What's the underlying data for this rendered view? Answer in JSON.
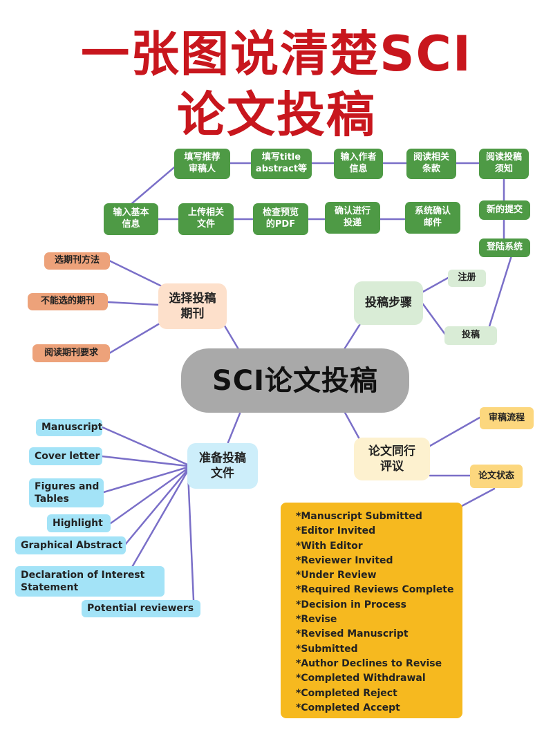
{
  "title": {
    "line1": "一张图说清楚SCI",
    "line2": "论文投稿"
  },
  "center": "SCI论文投稿",
  "process": {
    "row1": [
      "填写推荐\n审稿人",
      "填写title\nabstract等",
      "输入作者\n信息",
      "阅读相关\n条款",
      "阅读投稿\n须知"
    ],
    "row2": [
      "输入基本\n信息",
      "上传相关\n文件",
      "检查预览\n的PDF",
      "确认进行\n投递",
      "系统确认\n邮件"
    ],
    "right": [
      "新的提交",
      "登陆系统"
    ]
  },
  "select_journal": {
    "label": "选择投稿\n期刊",
    "items": [
      "选期刊方法",
      "不能选的期刊",
      "阅读期刊要求"
    ]
  },
  "submit_steps": {
    "label": "投稿步骤",
    "items": [
      "注册",
      "投稿"
    ]
  },
  "prepare_files": {
    "label": "准备投稿\n文件",
    "items": [
      "Manuscript",
      "Cover letter",
      "Figures and\nTables",
      "Highlight",
      "Graphical Abstract",
      "Declaration of Interest\nStatement",
      "Potential reviewers"
    ]
  },
  "peer_review": {
    "label": "论文同行\n评议",
    "items": [
      "审稿流程",
      "论文状态"
    ]
  },
  "statuses": [
    "*Manuscript Submitted",
    "*Editor Invited",
    "*With Editor",
    "*Reviewer Invited",
    "*Under Review",
    "*Required Reviews Complete",
    "*Decision in Process",
    "*Revise",
    "*Revised Manuscript",
    "*Submitted",
    "*Author Declines to Revise",
    "*Completed Withdrawal",
    "*Completed Reject",
    "*Completed Accept"
  ],
  "colors": {
    "title": "#c8161d",
    "process_green": "#4e9a45",
    "connector": "#7a6fc8",
    "status_box": "#f6b91f"
  }
}
